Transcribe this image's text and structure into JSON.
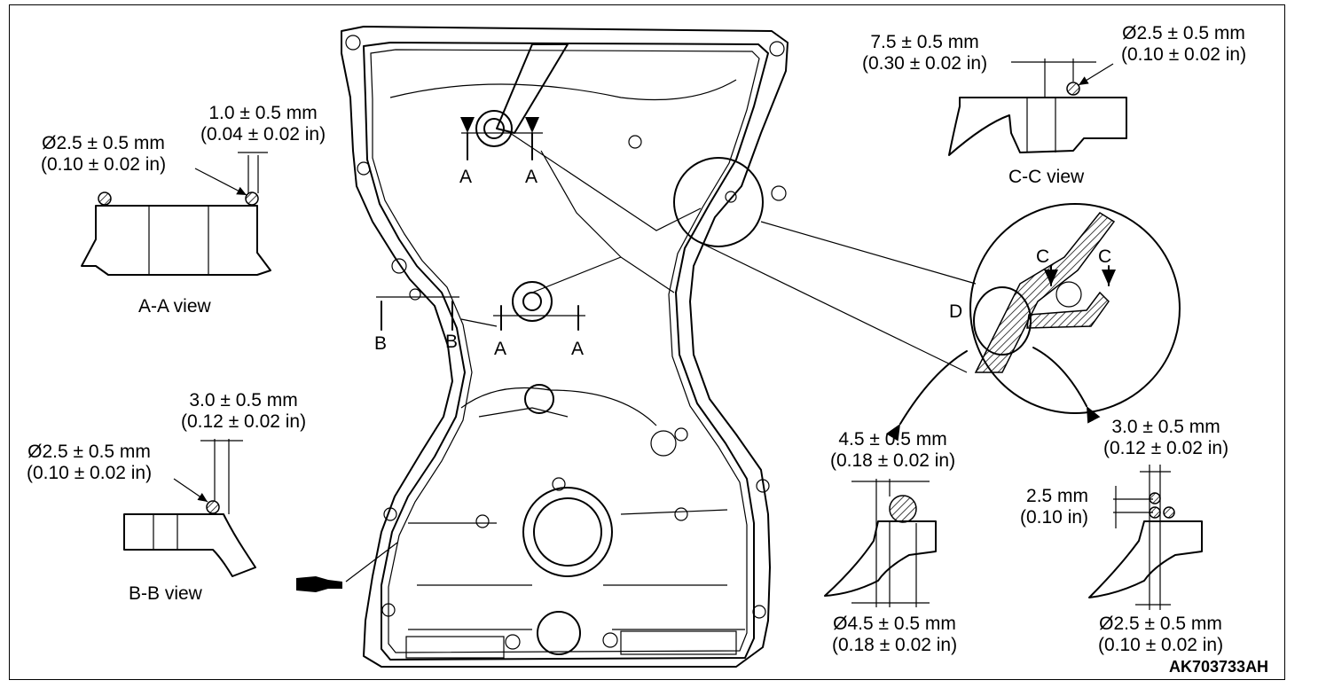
{
  "accent_color": "#000000",
  "background_color": "#ffffff",
  "labels": {
    "aa_gap": [
      "1.0 ± 0.5 mm",
      "(0.04 ± 0.02 in)"
    ],
    "aa_dia": [
      "Ø2.5 ± 0.5 mm",
      "(0.10 ± 0.02 in)"
    ],
    "aa_view": "A-A view",
    "bb_gap": [
      "3.0 ± 0.5 mm",
      "(0.12 ± 0.02 in)"
    ],
    "bb_dia": [
      "Ø2.5 ± 0.5 mm",
      "(0.10 ± 0.02 in)"
    ],
    "bb_view": "B-B view",
    "cc_gap": [
      "7.5 ± 0.5 mm",
      "(0.30 ± 0.02 in)"
    ],
    "cc_dia": [
      "Ø2.5 ± 0.5 mm",
      "(0.10 ± 0.02 in)"
    ],
    "cc_view": "C-C view",
    "d_left_top": [
      "4.5 ± 0.5 mm",
      "(0.18 ± 0.02 in)"
    ],
    "d_left_bottom": [
      "Ø4.5 ± 0.5 mm",
      "(0.18 ± 0.02 in)"
    ],
    "d_right_top": [
      "3.0 ± 0.5 mm",
      "(0.12 ± 0.02 in)"
    ],
    "d_right_mid": [
      "2.5 mm",
      "(0.10 in)"
    ],
    "d_right_bottom": [
      "Ø2.5 ± 0.5 mm",
      "(0.10 ± 0.02 in)"
    ],
    "section_letters": {
      "a": "A",
      "b": "B",
      "c": "C",
      "d": "D"
    },
    "figure_code": "AK703733AH"
  }
}
